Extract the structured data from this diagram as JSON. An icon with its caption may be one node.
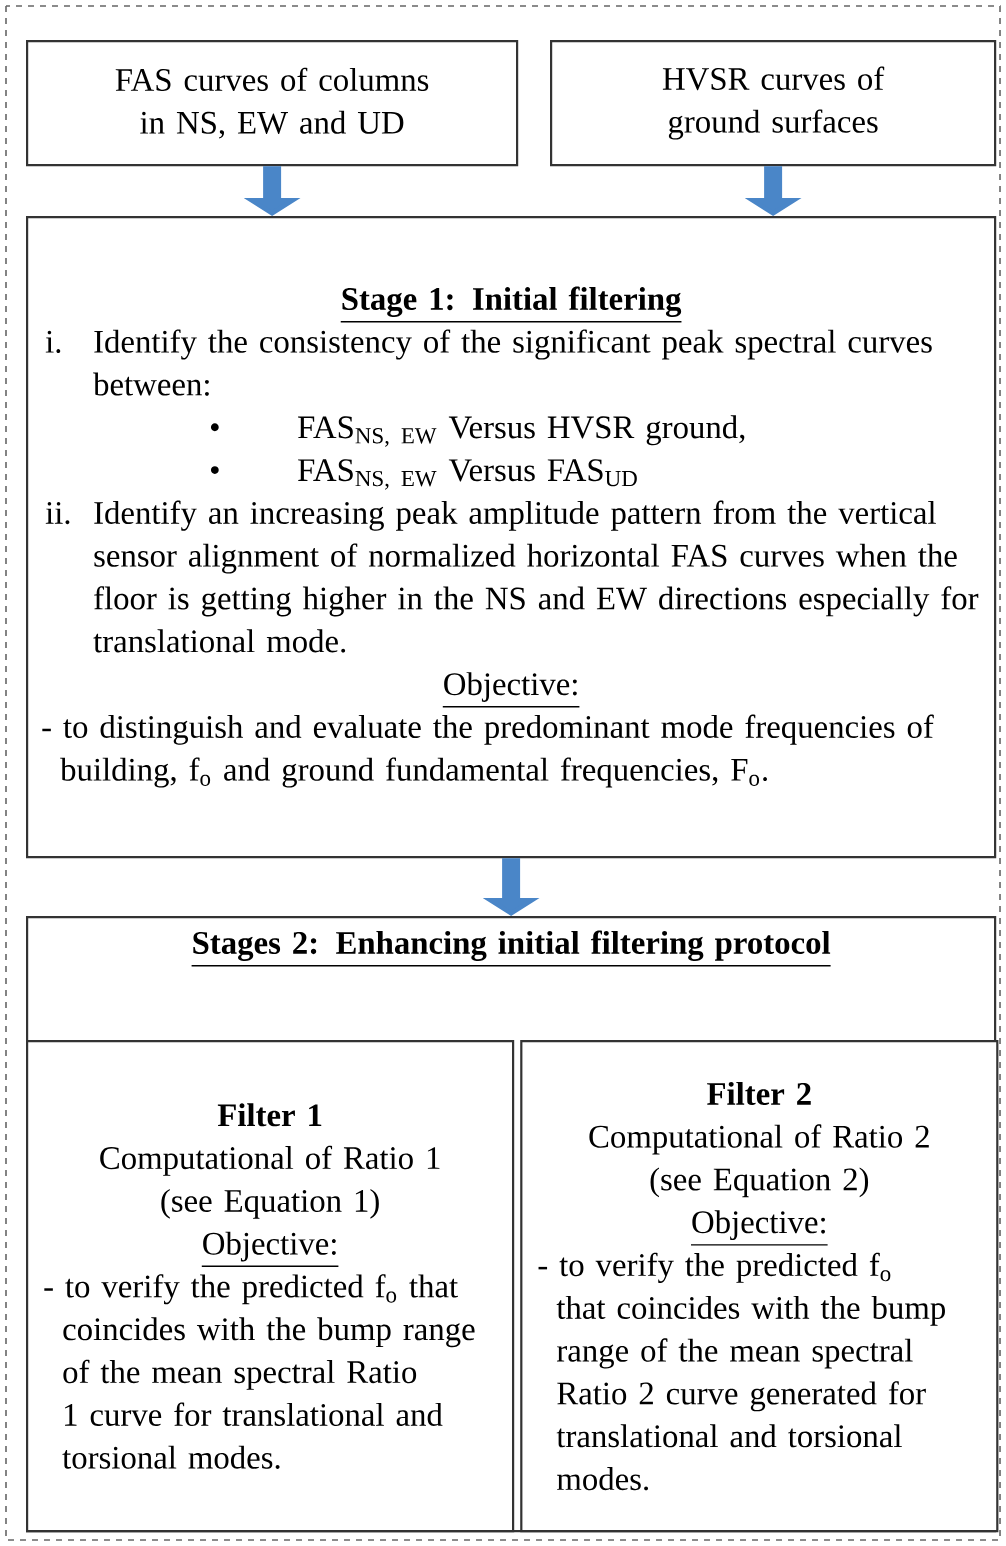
{
  "diagram": {
    "nodes": [
      {
        "text": [
          "FAS curves of columns in NS, EW and UD"
        ]
      },
      {
        "text": [
          "HVSR curves of ground surfaces"
        ]
      },
      {
        "text": [
          "Stage 1: Initial filtering",
          "i.",
          "Identify the consistency of the significant peak spectral curves between:",
          "•",
          "\\text{FAS}_{\\text{NS, EW}}\\text{ Versus HVSR ground,}",
          "•",
          "\\text{FAS}_{\\text{NS, EW}}\\text{ Versus FAS}_{\\text{UD}}",
          "ii.",
          "Identify an increasing peak amplitude pattern from the vertical sensor alignment of normalized horizontal FAS curves when the floor is getting higher in the NS and EW directions especially for translational mode.",
          "Objective:",
          "- to distinguish and evaluate the predominant mode frequencies of building, f$_{o}$ and ground fundamental frequencies, F$_{o}$."
        ]
      },
      {
        "text": [
          "Stages 2: Enhancing initial filtering protocol"
        ]
      },
      {
        "text": [
          "Filter 1",
          "Computational of Ratio 1 (see Equation 1)",
          "Objective:",
          "- to verify the predicted f$_{o}$ that coincides with the bump range of the mean spectral Ratio 1 curve for translational and torsional modes."
        ],
        "in": 3
      },
      {
        "text": [
          "Filter 2",
          "Computational of Ratio 2 (see Equation 2)",
          "Objective:",
          "- to verify the predicted f$_{o}$ that coincides with the bump range of the mean spectral Ratio 2 curve generated for translational and torsional modes."
        ],
        "in": 3
      }
    ],
    "edges": [
      {
        "from": 0,
        "to": 2,
        "arrow": "to"
      },
      {
        "from": 1,
        "to": 2,
        "arrow": "to"
      },
      {
        "from": 2,
        "to": 3,
        "arrow": "to"
      }
    ]
  }
}
